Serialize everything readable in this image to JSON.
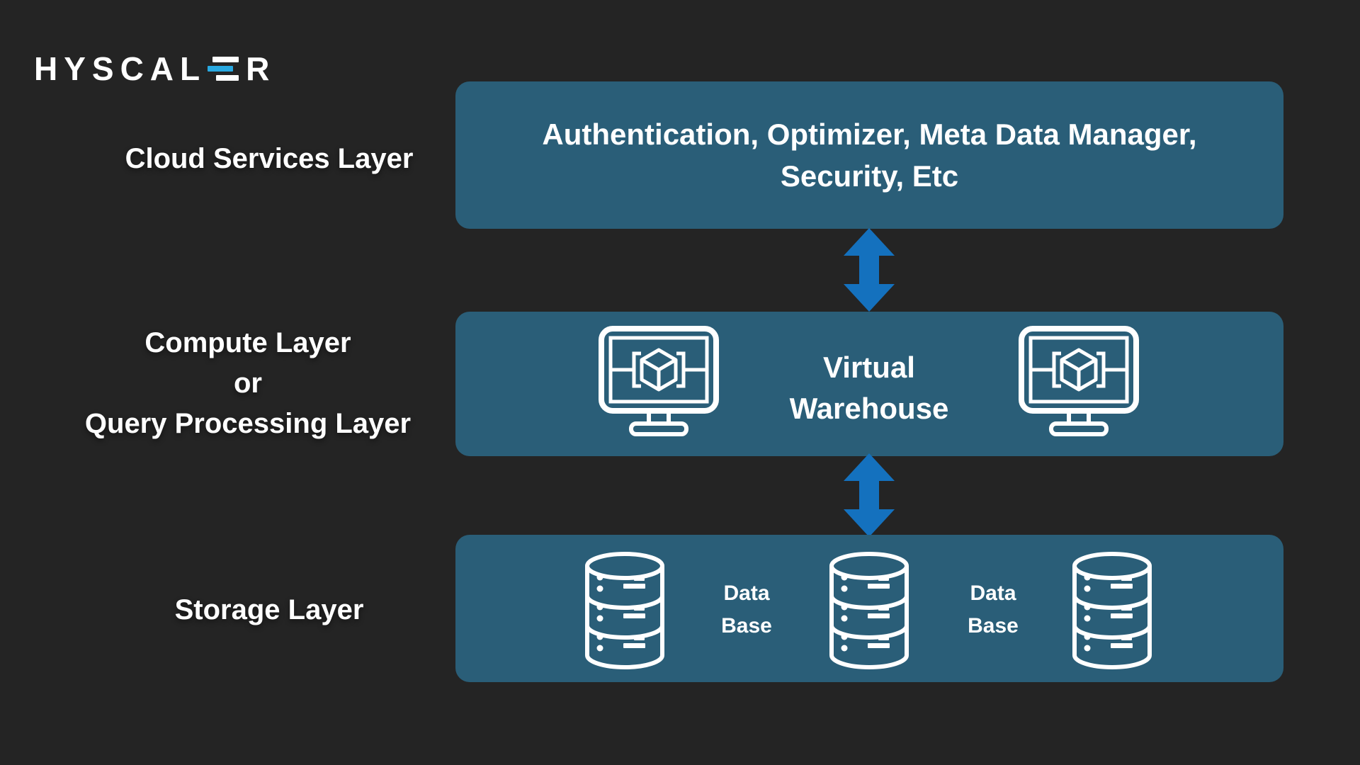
{
  "colors": {
    "background": "#242424",
    "layer_box": "#2a5e78",
    "arrow_blue": "#1471be",
    "logo_accent": "#29a9e1",
    "text": "#ffffff"
  },
  "logo": {
    "part1": "HYSCAL",
    "part2": "R"
  },
  "cloud_services": {
    "label": "Cloud Services Layer",
    "line1": "Authentication, Optimizer, Meta Data Manager,",
    "line2": "Security, Etc"
  },
  "compute": {
    "label_line1": "Compute Layer",
    "label_line2": "or",
    "label_line3": "Query Processing Layer",
    "box_line1": "Virtual",
    "box_line2": "Warehouse"
  },
  "storage": {
    "label": "Storage Layer",
    "db_label_1": {
      "line1": "Data",
      "line2": "Base"
    },
    "db_label_2": {
      "line1": "Data",
      "line2": "Base"
    }
  }
}
